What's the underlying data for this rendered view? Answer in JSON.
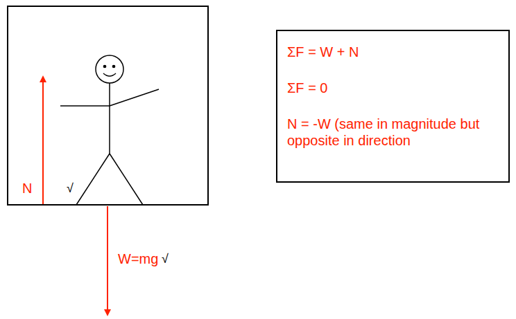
{
  "diagram": {
    "nodes": [
      {
        "text": [
          "N",
          "√"
        ]
      },
      {
        "text": [
          "ΣF = W + N",
          "ΣF = 0",
          "N = -W (same in magnitude but opposite in direction"
        ]
      }
    ],
    "labels": [
      "W=mg",
      "√"
    ]
  }
}
